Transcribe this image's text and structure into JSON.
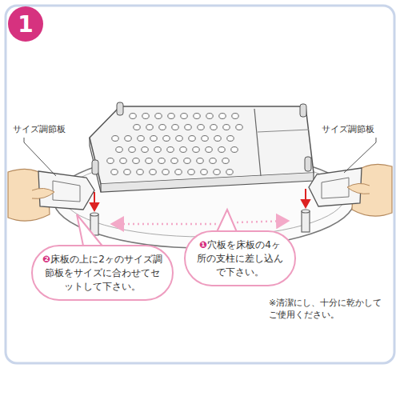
{
  "diagram": {
    "nodes": [
      {
        "text": [
          "1"
        ]
      },
      {
        "text": [
          "❶",
          "穴板を床板の4ヶ所の支柱に差し込んで下さい。"
        ]
      },
      {
        "text": [
          "❷",
          "床板の上に2ヶのサイズ調節板をサイズに合わせてセットして下さい。"
        ]
      }
    ],
    "labels": [
      "サイズ調節板",
      "サイズ調節板",
      "※清潔にし、十分に乾かしてご使用ください。"
    ]
  }
}
